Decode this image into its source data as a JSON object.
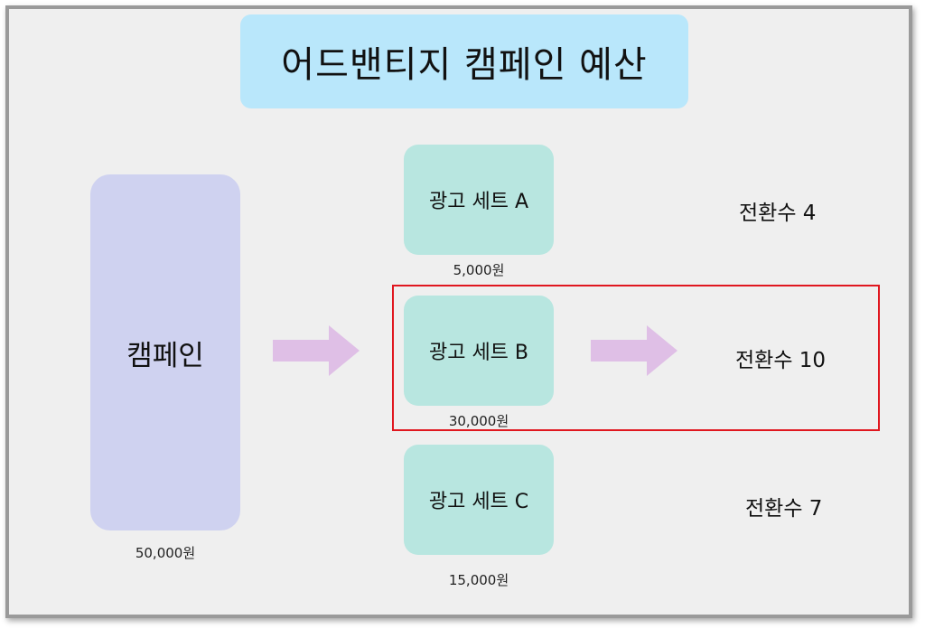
{
  "title": "어드밴티지 캠페인 예산",
  "campaign": {
    "label": "캠페인",
    "budget": "50,000원"
  },
  "ad_sets": [
    {
      "label": "광고 세트 A",
      "budget": "5,000원",
      "conversions": "전환수 4"
    },
    {
      "label": "광고 세트 B",
      "budget": "30,000원",
      "conversions": "전환수 10"
    },
    {
      "label": "광고 세트 C",
      "budget": "15,000원",
      "conversions": "전환수 7"
    }
  ],
  "colors": {
    "title_bg": "#b9e7fb",
    "campaign_bg": "#cfd2f0",
    "adset_bg": "#b8e6e0",
    "arrow": "#dfbfe6",
    "highlight": "#e0171f"
  },
  "highlighted_ad_set": "광고 세트 B",
  "icons": [
    "right-arrow-icon"
  ]
}
